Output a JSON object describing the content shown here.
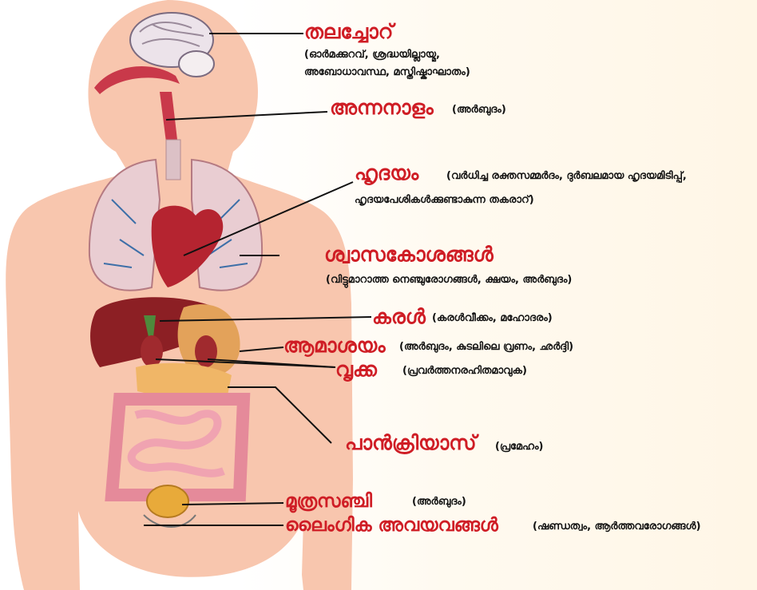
{
  "labels": {
    "brain": {
      "name": "തലച്ചോറ്",
      "note_line1": "(ഓർമക്കുറവ്, ശ്രദ്ധയില്ലായ്മ,",
      "note_line2": "അബോധാവസ്ഥ, മസ്തിഷ്കാഘാതം)"
    },
    "esophagus": {
      "name": "അന്നനാളം",
      "note": "(അർബുദം)"
    },
    "heart": {
      "name": "ഹൃദയം",
      "note_line1": "(വർധിച്ച രക്തസമ്മർദം, ദുർബലമായ ഹൃദയമിടിപ്പ്,",
      "note_line2": "ഹൃദയപേശികൾക്കുണ്ടാകുന്ന തകരാറ്)"
    },
    "lungs": {
      "name": "ശ്വാസകോശങ്ങൾ",
      "note": "(വിട്ടുമാറാത്ത നെഞ്ചുരോഗങ്ങൾ, ക്ഷയം, അർബുദം)"
    },
    "liver": {
      "name": "കരൾ",
      "note": "(കരൾവീക്കം, മഹോദരം)"
    },
    "stomach": {
      "name": "ആമാശയം",
      "note": "(അർബുദം, കുടലിലെ വ്രണം, ഛർദ്ദി)"
    },
    "kidney": {
      "name": "വൃക്ക",
      "note": "(പ്രവർത്തനരഹിതമാവുക)"
    },
    "pancreas": {
      "name": "പാൻക്രിയാസ്",
      "note": "(പ്രമേഹം)"
    },
    "bladder": {
      "name": "മൂത്രസഞ്ചി",
      "note": "(അർബുദം)"
    },
    "reproductive": {
      "name": "ലൈംഗിക അവയവങ്ങൾ",
      "note": "(ഷണ്ഡത്വം, ആർത്തവരോഗങ്ങൾ)"
    }
  },
  "colors": {
    "organ_label": "#cf1d25",
    "note_text": "#111111",
    "skin": "#f9c8b0",
    "leader_line": "#111111"
  }
}
